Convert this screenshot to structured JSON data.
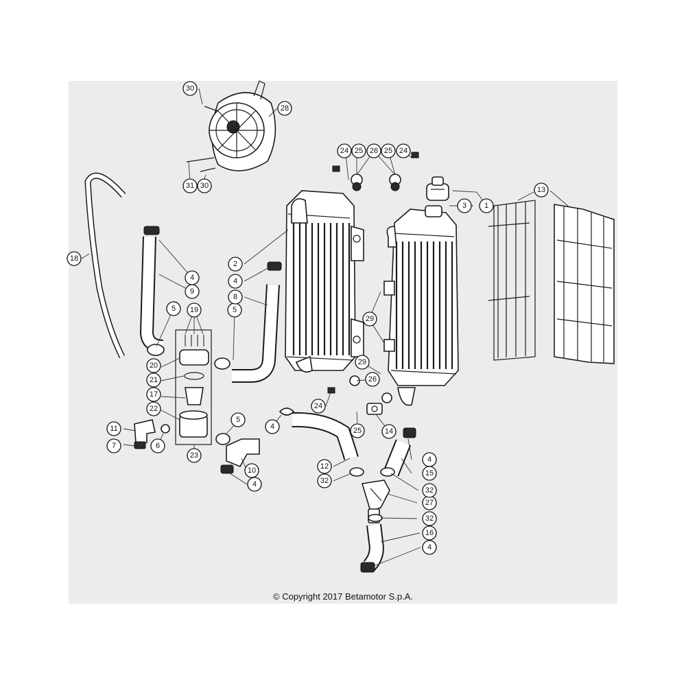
{
  "copyright": "© Copyright 2017 Betamotor S.p.A.",
  "parts": [
    {
      "id": "p1",
      "label": "1"
    },
    {
      "id": "p2",
      "label": "2"
    },
    {
      "id": "p3",
      "label": "3"
    },
    {
      "id": "p4a",
      "label": "4"
    },
    {
      "id": "p4b",
      "label": "4"
    },
    {
      "id": "p4c",
      "label": "4"
    },
    {
      "id": "p4d",
      "label": "4"
    },
    {
      "id": "p4e",
      "label": "4"
    },
    {
      "id": "p4f",
      "label": "4"
    },
    {
      "id": "p5a",
      "label": "5"
    },
    {
      "id": "p5b",
      "label": "5"
    },
    {
      "id": "p5c",
      "label": "5"
    },
    {
      "id": "p6",
      "label": "6"
    },
    {
      "id": "p7",
      "label": "7"
    },
    {
      "id": "p8",
      "label": "8"
    },
    {
      "id": "p9",
      "label": "9"
    },
    {
      "id": "p10",
      "label": "10"
    },
    {
      "id": "p11",
      "label": "11"
    },
    {
      "id": "p12",
      "label": "12"
    },
    {
      "id": "p13",
      "label": "13"
    },
    {
      "id": "p14",
      "label": "14"
    },
    {
      "id": "p15",
      "label": "15"
    },
    {
      "id": "p16",
      "label": "16"
    },
    {
      "id": "p17",
      "label": "17"
    },
    {
      "id": "p18",
      "label": "18"
    },
    {
      "id": "p19",
      "label": "19"
    },
    {
      "id": "p20",
      "label": "20"
    },
    {
      "id": "p21",
      "label": "21"
    },
    {
      "id": "p22",
      "label": "22"
    },
    {
      "id": "p23",
      "label": "23"
    },
    {
      "id": "p24a",
      "label": "24"
    },
    {
      "id": "p24b",
      "label": "24"
    },
    {
      "id": "p24c",
      "label": "24"
    },
    {
      "id": "p25a",
      "label": "25"
    },
    {
      "id": "p25b",
      "label": "25"
    },
    {
      "id": "p25c",
      "label": "25"
    },
    {
      "id": "p26a",
      "label": "26"
    },
    {
      "id": "p26b",
      "label": "26"
    },
    {
      "id": "p27",
      "label": "27"
    },
    {
      "id": "p28",
      "label": "28"
    },
    {
      "id": "p29a",
      "label": "29"
    },
    {
      "id": "p29b",
      "label": "29"
    },
    {
      "id": "p30a",
      "label": "30"
    },
    {
      "id": "p30b",
      "label": "30"
    },
    {
      "id": "p31",
      "label": "31"
    },
    {
      "id": "p32a",
      "label": "32"
    },
    {
      "id": "p32b",
      "label": "32"
    },
    {
      "id": "p32c",
      "label": "32"
    }
  ]
}
